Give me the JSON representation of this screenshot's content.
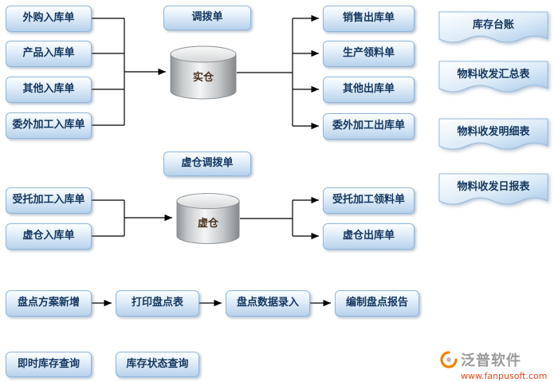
{
  "diagram": {
    "real": {
      "label": "实仓",
      "transfer": "调拨单",
      "inputs": [
        "外购入库单",
        "产品入库单",
        "其他入库单",
        "委外加工入库单"
      ],
      "outputs": [
        "销售出库单",
        "生产领料单",
        "其他出库单",
        "委外加工出库单"
      ]
    },
    "virtual": {
      "label": "虚仓",
      "transfer": "虚仓调拨单",
      "inputs": [
        "受托加工入库单",
        "虚仓入库单"
      ],
      "outputs": [
        "受托加工领料单",
        "虚仓出库单"
      ]
    },
    "reports": [
      "库存台账",
      "物料收发汇总表",
      "物料收发明细表",
      "物料收发日报表"
    ],
    "stocktake_flow": [
      "盘点方案新增",
      "打印盘点表",
      "盘点数据录入",
      "编制盘点报告"
    ],
    "queries": [
      "即时库存查询",
      "库存状态查询"
    ]
  },
  "branding": {
    "logo_text": "泛普软件",
    "url": "www.fanpusoft.com"
  },
  "colors": {
    "node_fill_bottom": "#b7d2eb",
    "node_border": "#8fb6dc",
    "node_text": "#14365f",
    "arrow": "#000000",
    "logo_orange": "#f08300",
    "url_red": "#e8491d"
  }
}
